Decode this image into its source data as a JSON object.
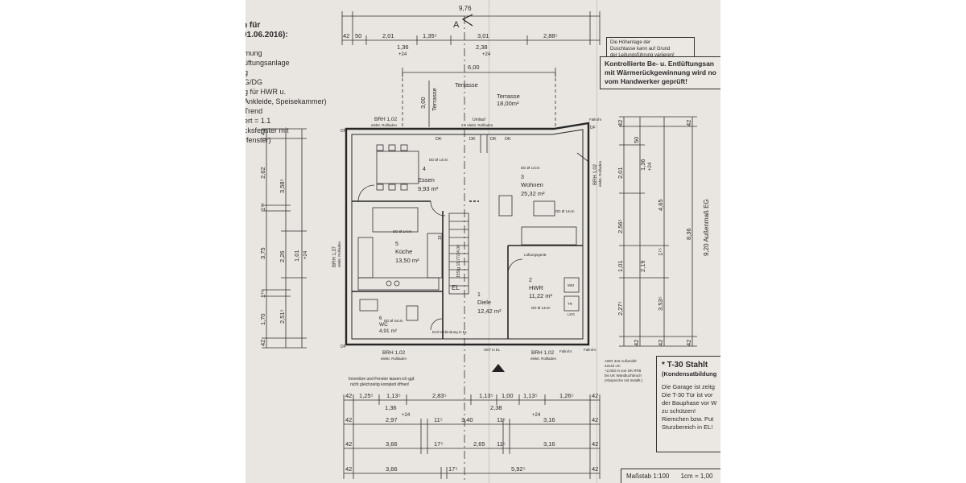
{
  "left_legend": {
    "title_lines": [
      "n für",
      "01.06.2016):"
    ],
    "items": [
      "mung",
      "üftungsanlage",
      "g",
      "G/DG",
      "g für HWR u.",
      "Ankleide, Speisekammer)",
      "Trend",
      "ert = 1.1",
      "cksfenster mit",
      "rfenster)"
    ]
  },
  "note_top_right": [
    "Die Höhenlage der",
    "Duschtasse kann auf Grund",
    "der Leitungsführung variieren!"
  ],
  "box_right": [
    "Kontrollierte Be- u. Entlüftungsan",
    "mit Wärmerückgewinnung wird no",
    "vom Handwerker geprüft!"
  ],
  "box_bottom_right": {
    "title": "* T-30 Stahlt",
    "subtitle": "(Kondensatbildung",
    "lines": [
      "Die Garage ist zeitg",
      "Die T-30 Tür ist vor",
      "der Bauphase vor W",
      "zu schützen!",
      "Riemchen bzw. Put",
      "Sturzbereich in EL!"
    ]
  },
  "footer": {
    "scale": "Maßstab 1:100",
    "unit": "1cm = 1,00"
  },
  "section_mark": "A",
  "rooms": [
    {
      "num": "4",
      "name": "Essen",
      "area": "9,93 m²"
    },
    {
      "num": "3",
      "name": "Wohnen",
      "area": "25,32 m²"
    },
    {
      "num": "5",
      "name": "Küche",
      "area": "13,50 m²"
    },
    {
      "num": "1",
      "name": "Diele",
      "area": "12,42 m²"
    },
    {
      "num": "2",
      "name": "HWR",
      "area": "11,22 m²"
    },
    {
      "num": "6",
      "name": "WC",
      "area": "4,91 m²"
    }
  ],
  "terrace_left": "Terrasse",
  "terrace_right": {
    "name": "Terrasse",
    "area": "18,00m²"
  },
  "plan_labels": {
    "brh_top": "BRH 1,02",
    "brh_top_sub": "elektr. Rollladen",
    "umlauf": "Umlauf",
    "umlauf_sub": "2 x elektr. Rollladen",
    "dk1": "DK",
    "dk2": "DK",
    "dk3": "DK",
    "dk4": "DK",
    "fallrohr_top": "Fallrohr",
    "brh_right": "BRH 1,02",
    "brh_right_sub": "elektr. Rollladen",
    "brh_left": "BRH 1,37",
    "brh_left_sub": "elektr. Rollladen",
    "brh_bottom_left": "BRH 1,02",
    "brh_bottom_left_sub": "elektr. Rollladen",
    "brh_bottom_right": "BRH 1,02",
    "brh_bottom_right_sub": "elektr. Rollladen",
    "fallrohr_bottom_r": "Fallrohr",
    "fallrohr_bottom_l": "Fallrohr",
    "df_tl": "DF",
    "df_tr": "DF",
    "df_bl": "DF",
    "t19": "19",
    "stair": "15Stg 19,77/24,00",
    "el": "EL",
    "dd1": "DD Ø 14cm",
    "dd2": "DD Ø 14cm",
    "dd3": "DD Ø 14cm",
    "dd4": "DD Ø 14cm",
    "dd5": "DD Ø 14cm",
    "dd6": "DD Ø 34cm",
    "ent": "Entl.Verbindung in EL",
    "het": "HET in EL",
    "lueft": "Lüftungsgerät",
    "wm": "WM",
    "tr": "TR",
    "lkg": "LKG",
    "awg": "AWG 315 Außenluft",
    "awg2": "42x42 cm",
    "awg3": "+2,003 m von OK RFB",
    "awg4": "bis UK Wandtuchbruch",
    "awg5": "(Abspreche mit Installt.)",
    "note_bottom": "Innentüre und Fenster lassen ich ggf.",
    "note_bottom2": "nicht gleichzeitig komplett öffnen!"
  },
  "dims": {
    "top_total": "9,76",
    "top_row": [
      "42",
      "50",
      "2,01",
      "1,35⁵",
      "3,01",
      "2,88⁵"
    ],
    "top_sub": [
      "1,36",
      "+24",
      "2,38",
      "+24"
    ],
    "top_600": "6,00",
    "terr_300": "3,00",
    "left_left_a": [
      "42",
      "2,62",
      "1⁷⁵",
      "3,75",
      "1¹⁵",
      "1,70",
      "42"
    ],
    "left_left_b": [
      "3,58⁵",
      "2,26",
      "2,51⁵"
    ],
    "left_sub": [
      "1,01",
      "+24"
    ],
    "right_col1": [
      "42",
      "2,01",
      "2,56⁵",
      "1,01",
      "2,27⁵"
    ],
    "right_col1_extra": [
      "50",
      "42"
    ],
    "right_col2": [
      "1,36",
      "+24",
      "4,65",
      "2,19",
      "3,53⁵",
      "1⁷⁵",
      "42"
    ],
    "right_col3": [
      "42",
      "8,36",
      "42"
    ],
    "right_total": "9,20 Außenmaß EG",
    "bot_row1": [
      "42",
      "1,25⁵",
      "1,13⁵",
      "2,83⁵",
      "1,13⁵",
      "1,00",
      "1,13⁵",
      "1,26⁵",
      "42"
    ],
    "bot_row1_sub": [
      "1,36",
      "+24",
      "2,38",
      "+24"
    ],
    "bot_row2": [
      "42",
      "2,97",
      "11⁵",
      "3,40",
      "11⁵",
      "3,16",
      "42"
    ],
    "bot_row3": [
      "42",
      "3,66",
      "17⁵",
      "2,65",
      "11⁵",
      "3,16",
      "42"
    ],
    "bot_row4": [
      "42",
      "3,66",
      "17⁵",
      "5,92⁵",
      "42"
    ]
  }
}
